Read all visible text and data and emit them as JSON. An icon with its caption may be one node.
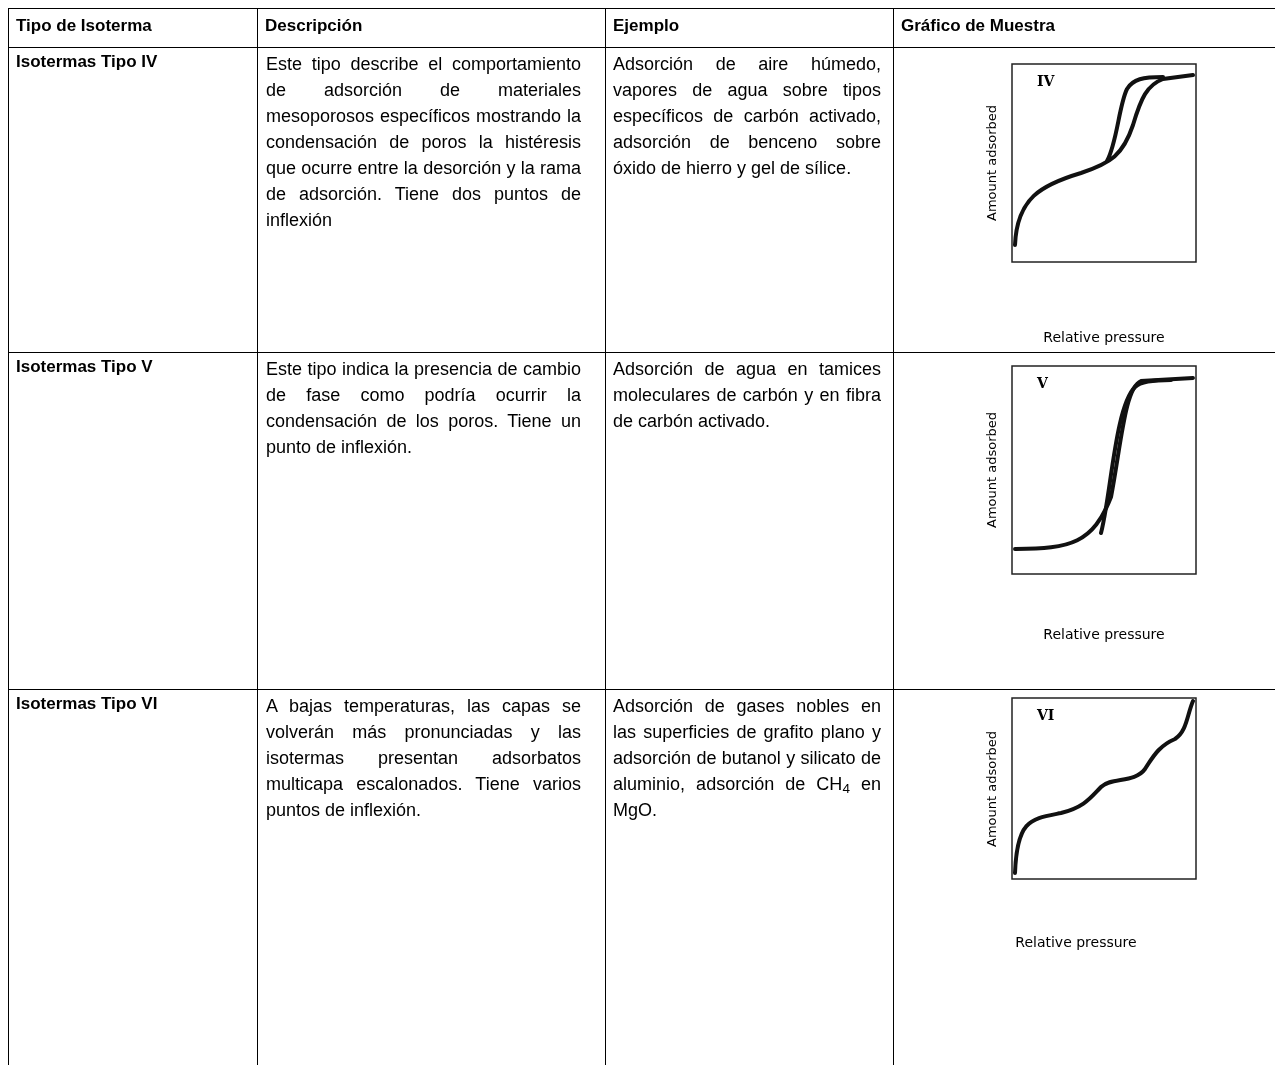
{
  "diagram": {
    "labels": [
      "Tipo de Isoterma",
      "Descripción",
      "Ejemplo",
      "Gráfico de Muestra",
      "Isotermas Tipo IV",
      "Este tipo describe el comportamiento de adsorción de materiales mesoporosos específicos mostrando la condensación de poros la histéresis que ocurre entre la desorción y la rama de adsorción. Tiene dos puntos de inflexión",
      "Adsorción de aire húmedo, vapores de agua sobre tipos específicos de carbón activado, adsorción de benceno sobre óxido de hierro y gel de sílice.",
      "IV",
      "Amount adsorbed",
      "Relative pressure",
      "Isotermas Tipo V",
      "Este tipo indica la presencia de cambio de fase como podría ocurrir la condensación de los poros. Tiene un punto de inflexión.",
      "Adsorción de agua en tamices moleculares de carbón y en fibra de carbón activado.",
      "V",
      "Amount adsorbed",
      "Relative pressure",
      "Isotermas Tipo VI",
      "A bajas temperaturas, las capas se volverán más pronunciadas y las isotermas presentan adsorbatos multicapa escalonados. Tiene varios puntos de inflexión.",
      "Adsorción de gases nobles en las superficies de grafito plano y adsorción de butanol y silicato de aluminio, adsorción de CH$_{4}$ en MgO.",
      "VI",
      "Amount adsorbed",
      "Relative pressure"
    ]
  }
}
